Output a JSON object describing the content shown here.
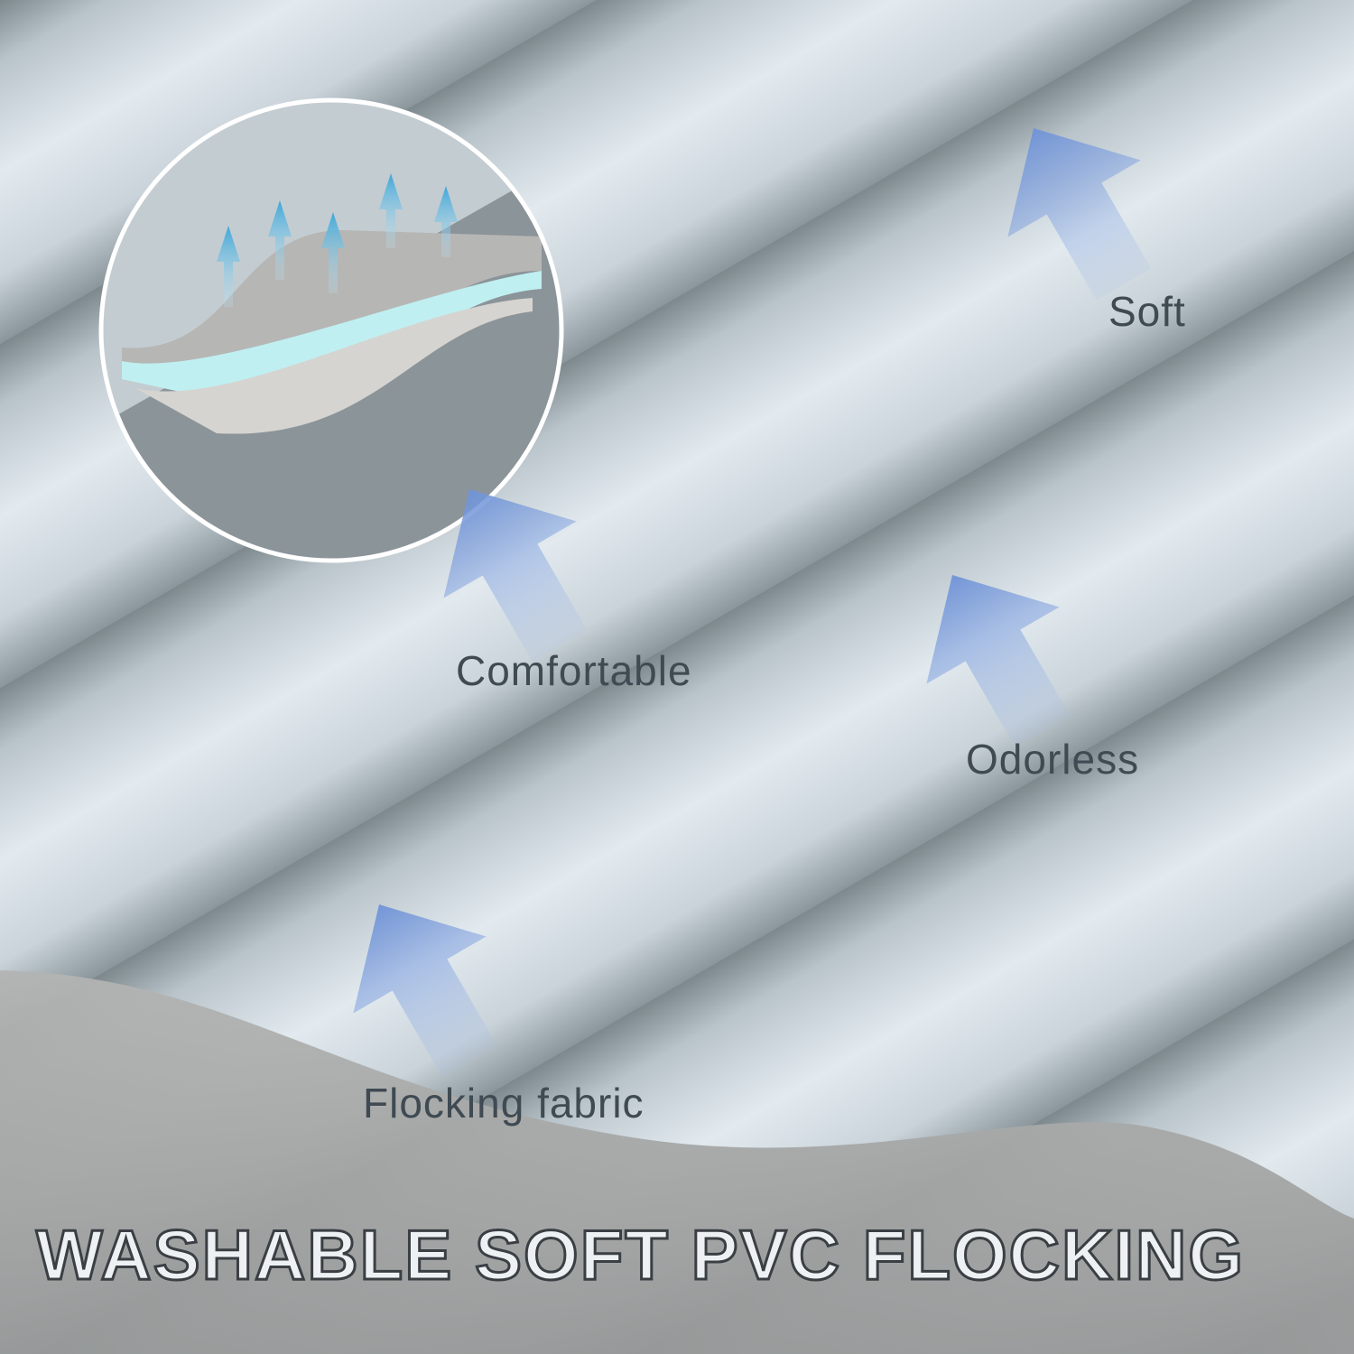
{
  "labels": {
    "soft": "Soft",
    "comfortable": "Comfortable",
    "odorless": "Odorless",
    "flocking_fabric": "Flocking fabric"
  },
  "title": "WASHABLE SOFT PVC FLOCKING",
  "colors": {
    "fabric_light": "#dfe8ee",
    "fabric_shadow": "#7f8a8f",
    "arrow_blue": "#7d9fdc",
    "wave_gray": "#a9abab",
    "title_fill": "#eef1f3",
    "title_outline": "#3a3f44"
  }
}
